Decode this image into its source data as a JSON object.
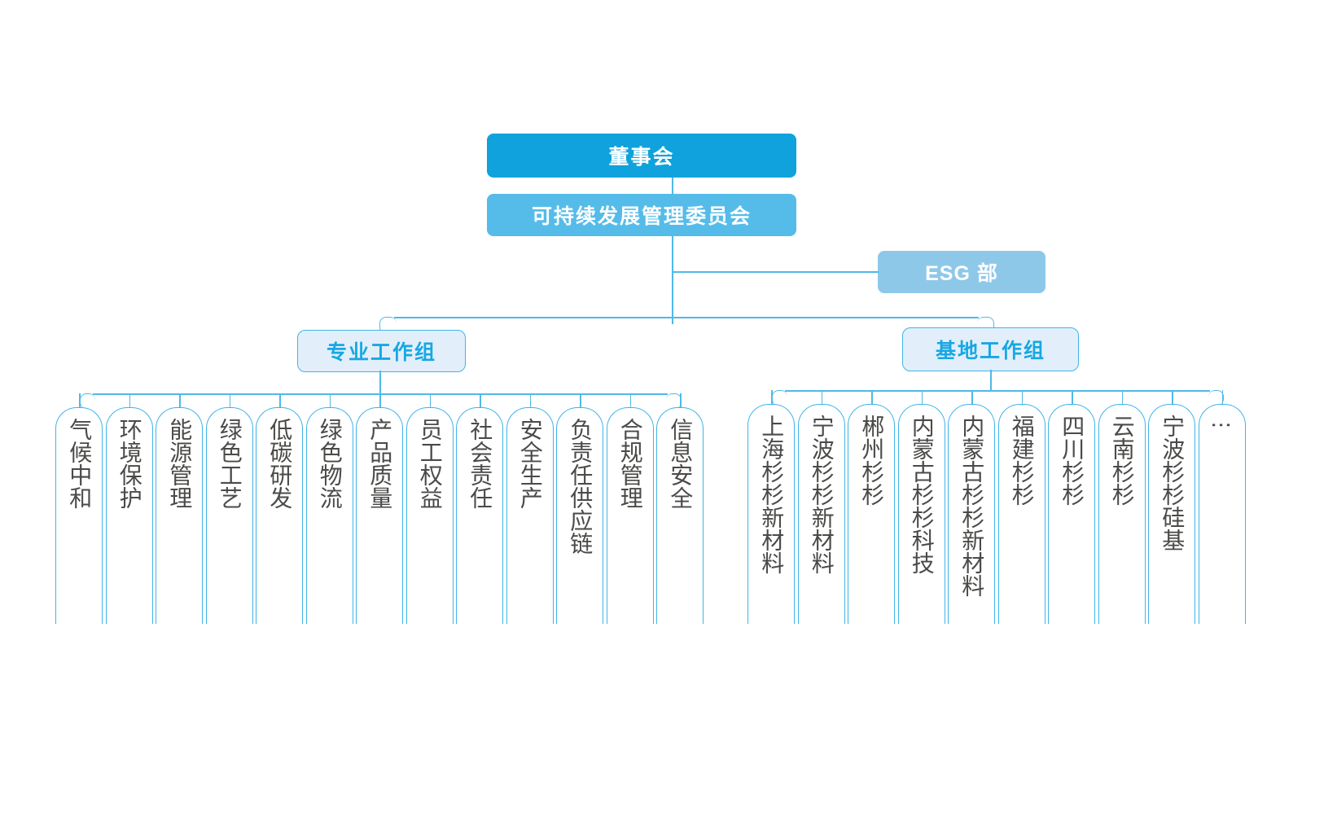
{
  "chart_type": "org-chart",
  "colors": {
    "board_fill": "#0FA2DC",
    "committee_fill": "#55BCE9",
    "esg_fill": "#8EC8E9",
    "group_fill": "#E2EFFA",
    "group_border": "#3FB4E8",
    "group_text": "#17A7E4",
    "line": "#4FB9E9",
    "leaf_border": "#3FB4E8",
    "leaf_text": "#4A4A48",
    "background": "#FFFFFF"
  },
  "nodes": {
    "board": "董事会",
    "committee": "可持续发展管理委员会",
    "esg_department": "ESG 部",
    "professional_group": "专业工作组",
    "base_group": "基地工作组"
  },
  "professional_group_items": [
    {
      "label": "气候中和"
    },
    {
      "label": "环境保护"
    },
    {
      "label": "能源管理"
    },
    {
      "label": "绿色工艺"
    },
    {
      "label": "低碳研发"
    },
    {
      "label": "绿色物流"
    },
    {
      "label": "产品质量"
    },
    {
      "label": "员工权益"
    },
    {
      "label": "社会责任"
    },
    {
      "label": "安全生产"
    },
    {
      "label": "负责任供应链"
    },
    {
      "label": "合规管理"
    },
    {
      "label": "信息安全"
    }
  ],
  "base_group_items": [
    {
      "label": "上海杉杉新材料"
    },
    {
      "label": "宁波杉杉新材料"
    },
    {
      "label": "郴州杉杉"
    },
    {
      "label": "内蒙古杉杉科技"
    },
    {
      "label": "内蒙古杉杉新材料"
    },
    {
      "label": "福建杉杉"
    },
    {
      "label": "四川杉杉"
    },
    {
      "label": "云南杉杉"
    },
    {
      "label": "宁波杉杉硅基"
    },
    {
      "label": "⋮",
      "is_ellipsis": true
    }
  ]
}
